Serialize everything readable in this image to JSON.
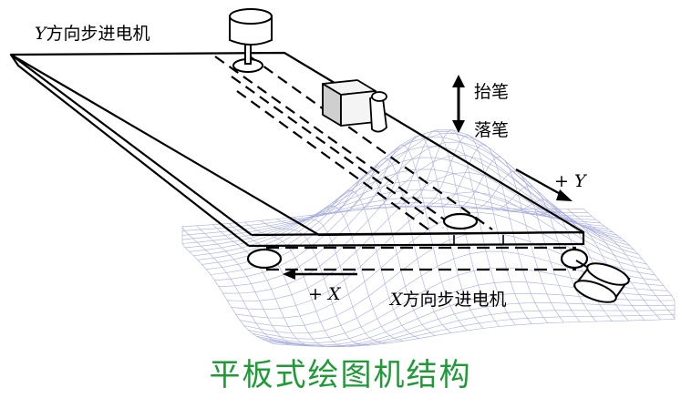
{
  "labels": {
    "y_motor_axis": "Y",
    "y_motor_text": "方向步进电机",
    "pen_up": "抬笔",
    "pen_down": "落笔",
    "plus_y_sign": "+",
    "plus_y_axis": "Y",
    "plus_x_sign": "+",
    "plus_x_axis": "X",
    "x_motor_axis": "X",
    "x_motor_text": "方向步进电机"
  },
  "caption": "平板式绘图机结构",
  "colors": {
    "line": "#000000",
    "caption": "#1e9a36",
    "mesh": "#9aa0d8",
    "block_top": "#f4f4f4",
    "block_front": "#cfcfcf"
  },
  "icons": [
    "y-motor-icon",
    "pen-block-icon",
    "x-motor-icon",
    "pulley-icon",
    "pen-up-down-arrow-icon"
  ]
}
